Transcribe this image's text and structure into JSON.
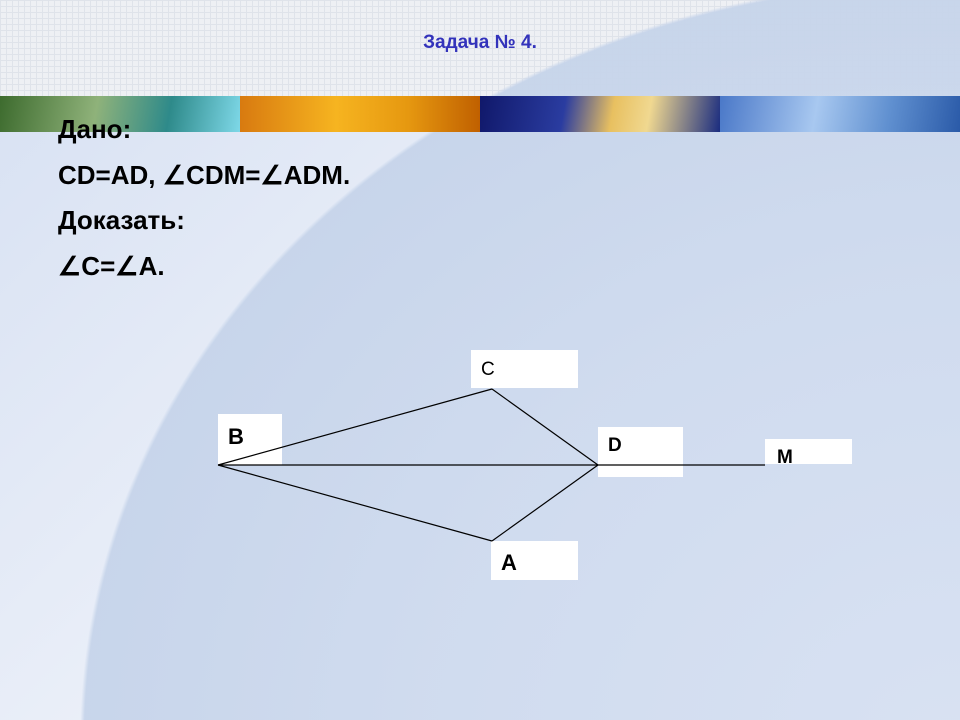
{
  "title": "Задача № 4.",
  "given_heading": "Дано:",
  "given": "CD=AD, ∠CDM=∠ADM.",
  "prove_heading": "Доказать:",
  "prove": "∠C=∠A.",
  "points": {
    "C": "C",
    "B": "B",
    "D": "D",
    "M": "M",
    "A": "A"
  }
}
